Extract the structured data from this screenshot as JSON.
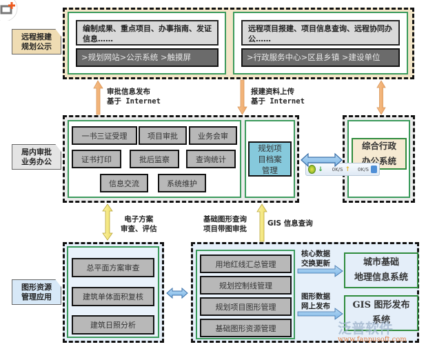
{
  "diagram": {
    "corner_icon": "add-frame-icon",
    "rows": [
      {
        "tag": "远程报建规划公示",
        "tag_lines": [
          "远程报建",
          "规划公示"
        ],
        "left_panel": {
          "info": "编制成果、重点项目、办事指南、发证信息……",
          "channels": ">规划网站>公示系统 >触摸屏"
        },
        "right_panel": {
          "info": "远程项目报建、项目信息查询、远程协同办公……",
          "channels": ">行政服务中心>区县乡镇 >建设单位"
        }
      },
      {
        "tag": "局内审批业务办公",
        "tag_lines": [
          "局内审批",
          "业务办公"
        ],
        "modules": [
          "一书三证受理",
          "项目审批",
          "业务会审",
          "证书打印",
          "批后监察",
          "查询统计",
          "信息交流",
          "系统维护"
        ],
        "archive_box_lines": [
          "规划项",
          "目档案",
          "管理"
        ],
        "office_system_lines": [
          "综合行政",
          "办公系统"
        ]
      },
      {
        "tag": "图形资源管理应用",
        "tag_lines": [
          "图形资源",
          "管理应用"
        ],
        "left_modules": [
          "总平面方案审查",
          "建筑单体面积复核",
          "建筑日照分析"
        ],
        "right_modules": [
          "用地红线汇总管理",
          "规划控制线管理",
          "规划项目图形管理",
          "基础图形资源管理"
        ],
        "outputs": [
          {
            "label_lines": [
              "核心数据",
              "交换更新"
            ],
            "target_lines": [
              "城市基础",
              "地理信息系统"
            ]
          },
          {
            "label_lines": [
              "图形数据",
              "网上发布"
            ],
            "target_lines": [
              "GIS 图形发布",
              "系统"
            ]
          }
        ]
      }
    ],
    "connectors": {
      "publish": [
        "审批信息发布",
        "基于 Internet"
      ],
      "upload": [
        "报建资料上传",
        "基于 Internet"
      ],
      "review": [
        "电子方案",
        "审查、评估"
      ],
      "query": [
        "基础图形查询",
        "项目带图审批"
      ],
      "gis": "GIS 信息查询"
    },
    "network_overlay": {
      "download_speed": "0K/S",
      "upload_speed": "0K/S"
    },
    "watermark": {
      "brand": "泛普软件",
      "url": "www.fanpusoft.com"
    }
  }
}
